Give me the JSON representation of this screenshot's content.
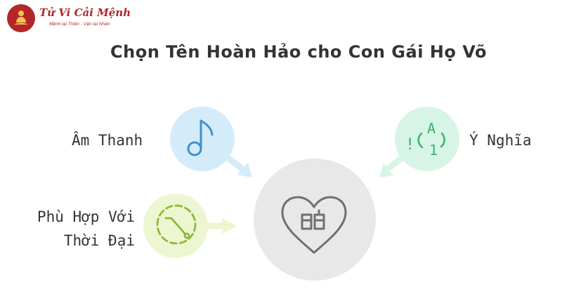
{
  "logo": {
    "title": "Tử Vi Cải Mệnh",
    "tagline": "Mệnh tại Thiên - Vận tại Nhân"
  },
  "title": "Chọn Tên Hoàn Hảo cho Con Gái Họ Võ",
  "factors": {
    "sound": {
      "label": "Âm Thanh",
      "icon": "music-note-icon",
      "color": "#d4ecfa"
    },
    "meaning": {
      "label": "Ý Nghĩa",
      "icon": "meaning-symbols-icon",
      "color": "#d6f5e6",
      "icon_text": {
        "bang": "!",
        "letter": "A",
        "digit": "1"
      }
    },
    "era": {
      "label_line1": "Phù Hợp Với",
      "label_line2": "Thời Đại",
      "icon": "clock-icon",
      "color": "#ecf7d2"
    }
  },
  "center": {
    "icon": "heart-book-icon",
    "color": "#e8e8e8"
  }
}
